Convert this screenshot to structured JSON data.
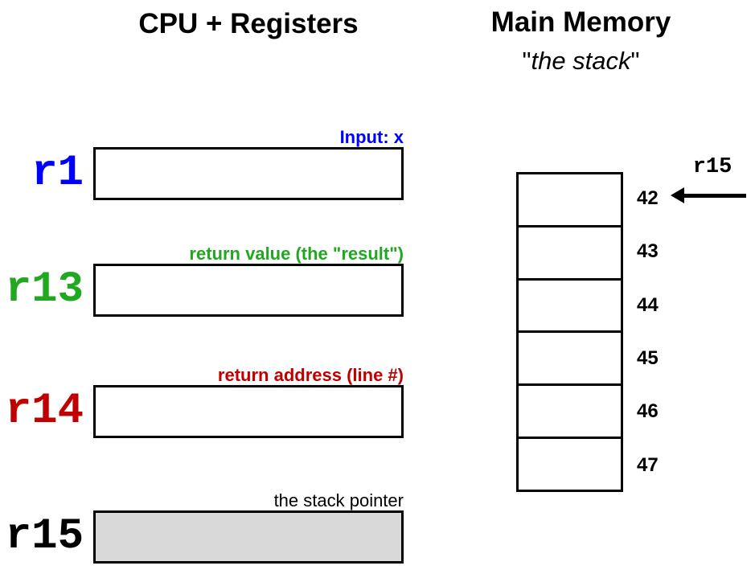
{
  "left_panel": {
    "title": "CPU + Registers",
    "registers": [
      {
        "name": "r1",
        "annotation": "Input: x",
        "color": "#0000ff",
        "fill": "#ffffff",
        "value": ""
      },
      {
        "name": "r13",
        "annotation": "return value (the \"result\")",
        "color": "#20a820",
        "fill": "#ffffff",
        "value": ""
      },
      {
        "name": "r14",
        "annotation": "return address (line #)",
        "color": "#c00000",
        "fill": "#ffffff",
        "value": ""
      },
      {
        "name": "r15",
        "annotation": "the stack pointer",
        "color": "#000000",
        "fill": "#d9d9d9",
        "value": ""
      }
    ]
  },
  "right_panel": {
    "title": "Main Memory",
    "subtitle": {
      "open_quote": "\"",
      "text": "the stack",
      "close_quote": "\""
    },
    "stack": {
      "pointer_label": "r15",
      "cells": [
        {
          "address": "42",
          "value": ""
        },
        {
          "address": "43",
          "value": ""
        },
        {
          "address": "44",
          "value": ""
        },
        {
          "address": "45",
          "value": ""
        },
        {
          "address": "46",
          "value": ""
        },
        {
          "address": "47",
          "value": ""
        }
      ]
    }
  },
  "palette": {
    "register_r1_blue": "#0000ff",
    "register_r13_green": "#20a820",
    "register_r14_dark_red": "#c00000",
    "register_r15_black": "#000000",
    "r15_box_fill_gray": "#d9d9d9",
    "border_black": "#000000"
  }
}
